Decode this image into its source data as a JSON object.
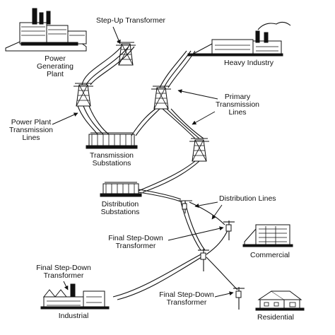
{
  "labels": {
    "step_up_transformer": "Step-Up Transformer",
    "power_plant_1": "Power",
    "power_plant_2": "Generating",
    "power_plant_3": "Plant",
    "heavy_industry": "Heavy Industry",
    "pp_trans_1": "Power Plant",
    "pp_trans_2": "Transmission",
    "pp_trans_3": "Lines",
    "primary_1": "Primary",
    "primary_2": "Transmission",
    "primary_3": "Lines",
    "trans_sub_1": "Transmission",
    "trans_sub_2": "Substations",
    "dist_sub_1": "Distribution",
    "dist_sub_2": "Substations",
    "distribution_lines": "Distribution Lines",
    "final_sd_center_1": "Final Step-Down",
    "final_sd_center_2": "Transformer",
    "commercial": "Commercial",
    "final_sd_left_1": "Final Step-Down",
    "final_sd_left_2": "Transformer",
    "industrial": "Industrial",
    "final_sd_right_1": "Final Step-Down",
    "final_sd_right_2": "Transformer",
    "residential": "Residential"
  },
  "icons": [
    "power-plant-icon",
    "factory-icon",
    "transmission-tower-icon",
    "substation-icon",
    "utility-pole-icon",
    "office-building-icon",
    "house-icon"
  ]
}
